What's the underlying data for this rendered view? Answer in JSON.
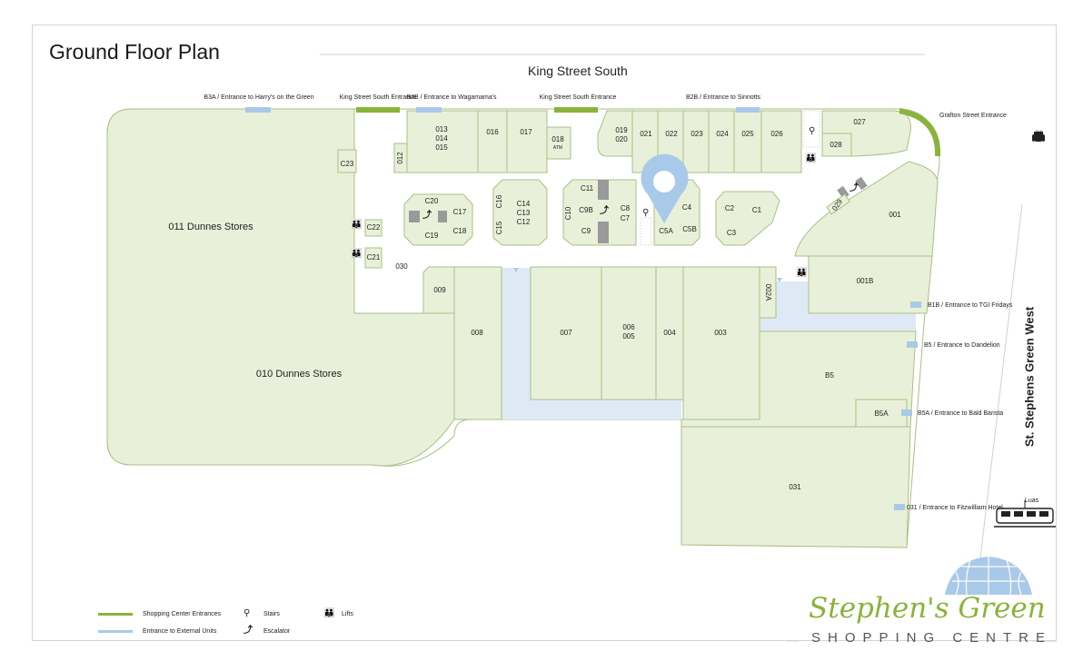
{
  "title": "Ground Floor Plan",
  "streets": {
    "north": "King Street South",
    "east": "St. Stephens Green West"
  },
  "entrances": [
    {
      "name": "entrance-b3a",
      "label": "B3A / Entrance to Harry's on the Green",
      "type": "external"
    },
    {
      "name": "entrance-king-st-1",
      "label": "King Street South Entrance",
      "type": "centre"
    },
    {
      "name": "entrance-b4b",
      "label": "B4B / Entrance to Wagamama's",
      "type": "external"
    },
    {
      "name": "entrance-king-st-2",
      "label": "King Street South Entrance",
      "type": "centre"
    },
    {
      "name": "entrance-b2b",
      "label": "B2B / Entrance to Sinnotts",
      "type": "external"
    },
    {
      "name": "entrance-grafton",
      "label": "Grafton Street Entrance",
      "type": "centre"
    },
    {
      "name": "entrance-b1b",
      "label": "B1B / Entrance to TGI Fridays",
      "type": "external"
    },
    {
      "name": "entrance-b5",
      "label": "B5 / Entrance to Dandelion",
      "type": "external"
    },
    {
      "name": "entrance-b5a",
      "label": "B5A / Entrance to Bald Barista",
      "type": "external"
    },
    {
      "name": "entrance-031",
      "label": "031 / Entrance to Fitzwilliam Hotel",
      "type": "external"
    }
  ],
  "units": {
    "u011": "011 Dunnes Stores",
    "u010": "010 Dunnes Stores",
    "c23": "C23",
    "c22": "C22",
    "c21": "C21",
    "u030": "030",
    "u012": "012",
    "u013": "013",
    "u014": "014",
    "u015": "015",
    "u016": "016",
    "u017": "017",
    "u018": "018",
    "atm": "ATM",
    "u019": "019",
    "u020": "020",
    "u021": "021",
    "u022": "022",
    "u023": "023",
    "u024": "024",
    "u025": "025",
    "u026": "026",
    "u027": "027",
    "u028": "028",
    "c20": "C20",
    "c17": "C17",
    "c18": "C18",
    "c19": "C19",
    "c16": "C16",
    "c15": "C15",
    "c14": "C14",
    "c13": "C13",
    "c12": "C12",
    "c11": "C11",
    "c10": "C10",
    "c9b": "C9B",
    "c9": "C9",
    "c8": "C8",
    "c7": "C7",
    "c5a": "C5A",
    "c5b": "C5B",
    "c4": "C4",
    "c2": "C2",
    "c1": "C1",
    "c3": "C3",
    "u029": "029",
    "u001": "001",
    "u001b": "001B",
    "u002a": "002A",
    "u009": "009",
    "u008": "008",
    "u007": "007",
    "u006": "006",
    "u005": "005",
    "u004": "004",
    "u003": "003",
    "b5": "B5",
    "b5a": "B5A",
    "u031": "031"
  },
  "transit": {
    "taxi": "TAXI",
    "luas": "Luas"
  },
  "legend": {
    "centre_entrances": "Shopping Center Entrances",
    "external_units": "Entrance to External Units",
    "stairs": "Stairs",
    "escalator": "Escalator",
    "lifts": "Lifts"
  },
  "brand": {
    "name": "Stephen's Green",
    "subtitle": "SHOPPING CENTRE"
  },
  "colors": {
    "unit_fill": "#e9f0d9",
    "unit_stroke": "#a9bf85",
    "mall_floor": "#ffffff",
    "external_area": "#dfe9f5",
    "centre_entrance": "#8ab33a",
    "external_entrance": "#a9c9e8",
    "marker": "#a9c9e8",
    "logo_green": "#8ab33a"
  },
  "icons": [
    "location-pin-icon",
    "lift-icon",
    "stairs-icon",
    "escalator-icon",
    "taxi-icon",
    "tram-icon",
    "dome-logo-icon"
  ]
}
